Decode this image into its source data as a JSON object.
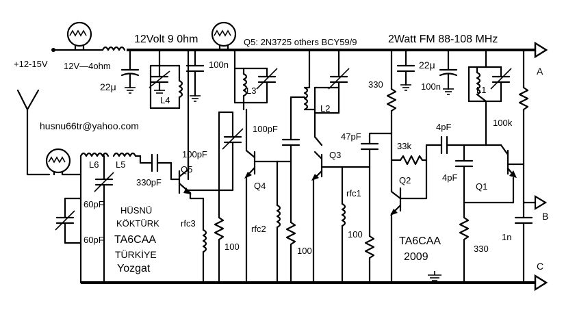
{
  "header": {
    "supply_title": "12Volt 9 0hm",
    "transistor_note": "Q5: 2N3725 others BCY59/9",
    "title": "2Watt FM 88-108 MHz"
  },
  "power": {
    "input": "+12-15V",
    "lamp": "12V—4ohm"
  },
  "author": {
    "email": "husnu66tr@yahoo.com",
    "name_line1": "HÜSNÜ",
    "name_line2": "KÖKTÜRK",
    "callsign": "TA6CAA",
    "country": "TÜRKİYE",
    "city": "Yozgat",
    "callsign2": "TA6CAA",
    "year": "2009"
  },
  "terminals": {
    "a": "A",
    "b": "B",
    "c": "C"
  },
  "components": {
    "c_22u_left": "22μ",
    "c_100n_left": "100n",
    "c_22u_right": "22μ",
    "c_100n_right": "100n",
    "l4": "L4",
    "l3": "L3",
    "l2": "L2",
    "l1": "L1",
    "l6": "L6",
    "l5": "L5",
    "c_330pf": "330pF",
    "c_60pf_a": "60pF",
    "c_60pf_b": "60pF",
    "c_100pf_var": "100pF",
    "c_100pf": "100pF",
    "c_47pf": "47pF",
    "c_4pf_top": "4pF",
    "c_4pf": "4pF",
    "c_1n": "1n",
    "q5": "Q5",
    "q4": "Q4",
    "q3": "Q3",
    "q2": "Q2",
    "q1": "Q1",
    "rfc3": "rfc3",
    "rfc2": "rfc2",
    "rfc1": "rfc1",
    "r_100_a": "100",
    "r_100_b": "100",
    "r_100_c": "100",
    "r_330_top": "330",
    "r_33k": "33k",
    "r_100k": "100k",
    "r_330_bottom": "330"
  }
}
